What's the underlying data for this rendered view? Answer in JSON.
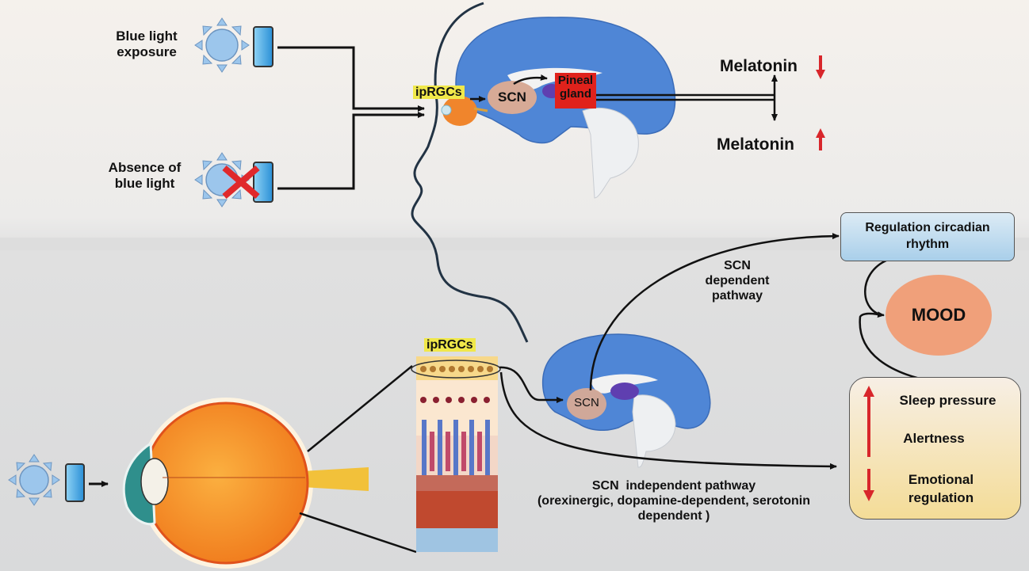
{
  "top_panel": {
    "blue_light_exposure": [
      "Blue light",
      "exposure"
    ],
    "absence_of_blue_light": [
      "Absence of",
      "blue light"
    ],
    "iprgcs_label": "ipRGCs",
    "scn_label": "SCN",
    "pineal_gland": [
      "Pineal",
      "gland"
    ],
    "melatonin_down": {
      "label": "Melatonin",
      "direction": "down"
    },
    "melatonin_up": {
      "label": "Melatonin",
      "direction": "up"
    },
    "icons": [
      "sun-icon",
      "smartphone-icon",
      "cross-icon"
    ]
  },
  "bottom_panel": {
    "iprgcs_label": "ipRGCs",
    "scn_label": "SCN",
    "scn_dependent": [
      "SCN",
      "dependent",
      "pathway"
    ],
    "scn_independent": [
      "SCN  independent pathway",
      "(orexinergic, dopamine-dependent, serotonin",
      "dependent )"
    ],
    "regulation_box": [
      "Regulation circadian",
      "rhythm"
    ],
    "mood": "MOOD",
    "effects": {
      "sleep_pressure": {
        "label": "Sleep pressure",
        "direction": "up"
      },
      "alertness": {
        "label": "Alertness",
        "direction": "up"
      },
      "emotional_regulation": {
        "label": [
          "Emotional",
          "regulation"
        ],
        "direction": "down"
      }
    }
  },
  "colors": {
    "brain_blue": "#4f86d6",
    "scn_tan": "#d7aa96",
    "pineal_red": "#e0221c",
    "ipRGC_yellow": "#f0e84a",
    "arrow_red": "#d8262b",
    "mood_orange": "#f0a07a",
    "eye_orange": "#f58a22"
  }
}
